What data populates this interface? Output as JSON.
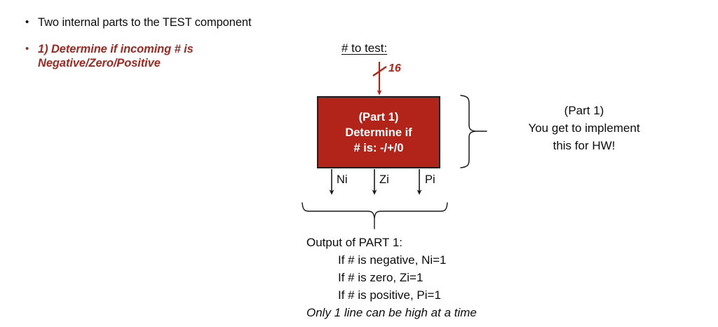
{
  "slide": {
    "background_color": "#ffffff",
    "accent_color": "#9e2a22",
    "box_fill_color": "#b2241a",
    "box_border_color": "#231f20",
    "text_color": "#0d0d0d"
  },
  "bullets": [
    {
      "marker": "•",
      "text": "Two internal parts to the TEST component",
      "style": "plain"
    },
    {
      "marker": "•",
      "text": "1) Determine if incoming # is Negative/Zero/Positive",
      "style": "accent-italic"
    }
  ],
  "diagram": {
    "input_label": "# to test:",
    "bus_width_label": "16",
    "box": {
      "line1": "(Part 1)",
      "line2": "Determine if",
      "line3": "# is: -/+/0"
    },
    "outputs": [
      {
        "name": "Ni"
      },
      {
        "name": "Zi"
      },
      {
        "name": "Pi"
      }
    ],
    "side_note": {
      "line1": "(Part 1)",
      "line2": "You get to implement",
      "line3": "this for HW!"
    },
    "output_note": {
      "heading": "Output of PART 1:",
      "line1": "If # is negative, Ni=1",
      "line2": "If # is zero, Zi=1",
      "line3": "If # is positive, Pi=1",
      "line4": "Only 1 line can be high at a time"
    }
  }
}
